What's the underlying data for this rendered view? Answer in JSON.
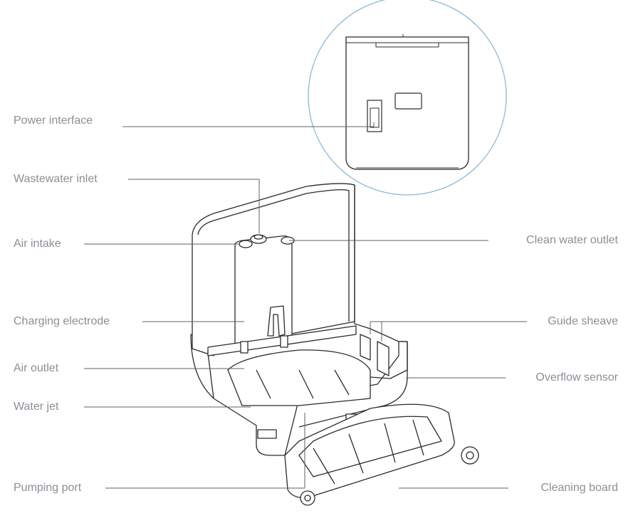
{
  "labels": {
    "power_interface": "Power interface",
    "wastewater_inlet": "Wastewater inlet",
    "air_intake": "Air intake",
    "charging_electrode": "Charging electrode",
    "air_outlet": "Air outlet",
    "water_jet": "Water jet",
    "pumping_port": "Pumping port",
    "clean_water_outlet": "Clean water outlet",
    "guide_sheave": "Guide sheave",
    "overflow_sensor": "Overflow sensor",
    "cleaning_board": "Cleaning board"
  },
  "colors": {
    "label_text": "#8a8f96",
    "leader_line": "#5b6068",
    "detail_circle": "#7fb6d6",
    "outline": "#2b2b2b",
    "fill": "#ffffff"
  }
}
